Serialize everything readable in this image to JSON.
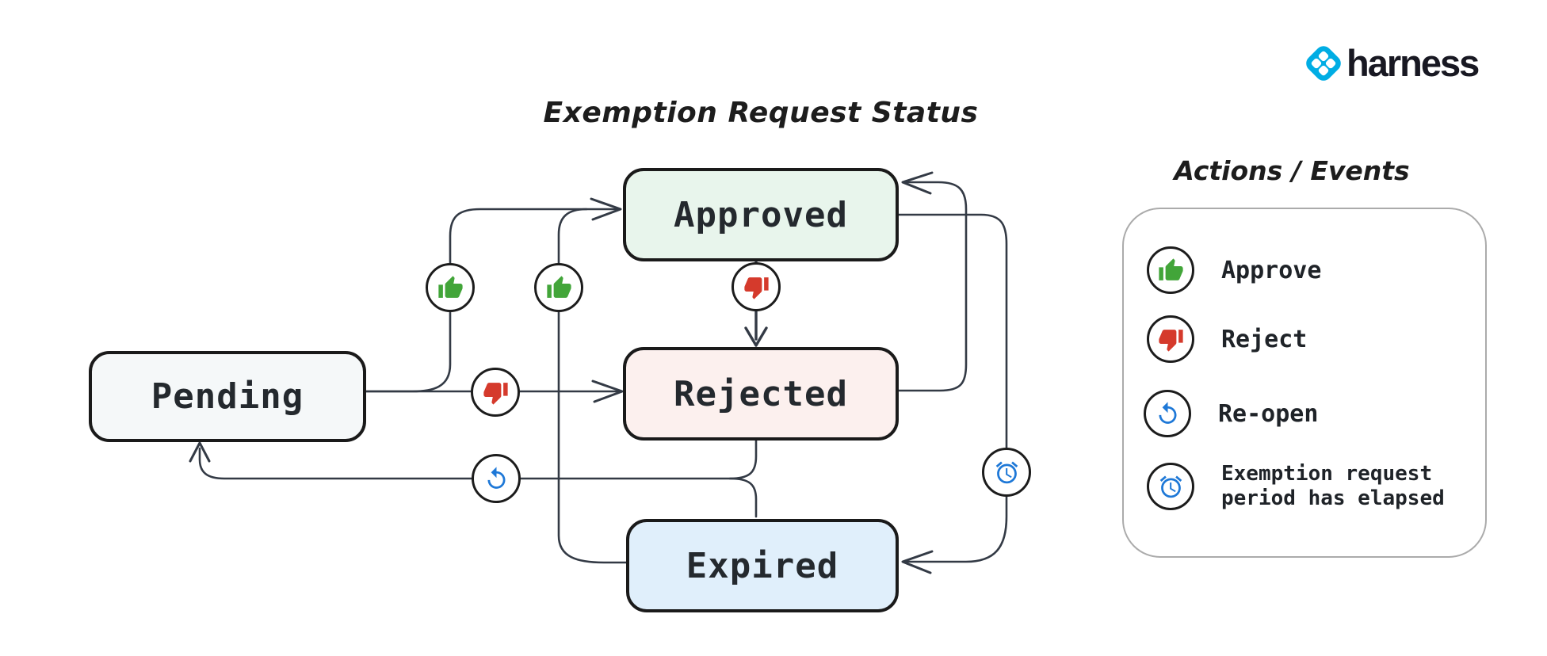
{
  "logo": {
    "text": "harness",
    "icon": "harness-diamond-icon",
    "brand_color": "#00ade4"
  },
  "diagram": {
    "title": "Exemption Request Status",
    "states": [
      {
        "id": "pending",
        "label": "Pending",
        "fill": "#f5f8f9"
      },
      {
        "id": "approved",
        "label": "Approved",
        "fill": "#e8f5ec"
      },
      {
        "id": "rejected",
        "label": "Rejected",
        "fill": "#fcf0ee"
      },
      {
        "id": "expired",
        "label": "Expired",
        "fill": "#e0effb"
      }
    ],
    "transitions": [
      {
        "from": "Pending",
        "to": "Approved",
        "action": "Approve"
      },
      {
        "from": "Pending",
        "to": "Rejected",
        "action": "Reject"
      },
      {
        "from": "Approved",
        "to": "Rejected",
        "action": "Reject"
      },
      {
        "from": "Rejected",
        "to": "Approved",
        "action": "Approve"
      },
      {
        "from": "Expired",
        "to": "Approved",
        "action": "Approve"
      },
      {
        "from": "Approved",
        "to": "Expired",
        "action": "Exemption request period has elapsed"
      },
      {
        "from": "Rejected",
        "to": "Pending",
        "action": "Re-open"
      },
      {
        "from": "Expired",
        "to": "Pending",
        "action": "Re-open"
      }
    ]
  },
  "legend": {
    "title": "Actions / Events",
    "items": [
      {
        "icon": "thumbs-up-icon",
        "label": "Approve"
      },
      {
        "icon": "thumbs-down-icon",
        "label": "Reject"
      },
      {
        "icon": "reopen-icon",
        "label": "Re-open"
      },
      {
        "icon": "alarm-clock-icon",
        "label": "Exemption request period has elapsed"
      }
    ]
  },
  "colors": {
    "approve": "#42a539",
    "reject": "#d53a2c",
    "reopen": "#1e78d7",
    "elapsed": "#1e78d7",
    "edge": "#333a45"
  }
}
